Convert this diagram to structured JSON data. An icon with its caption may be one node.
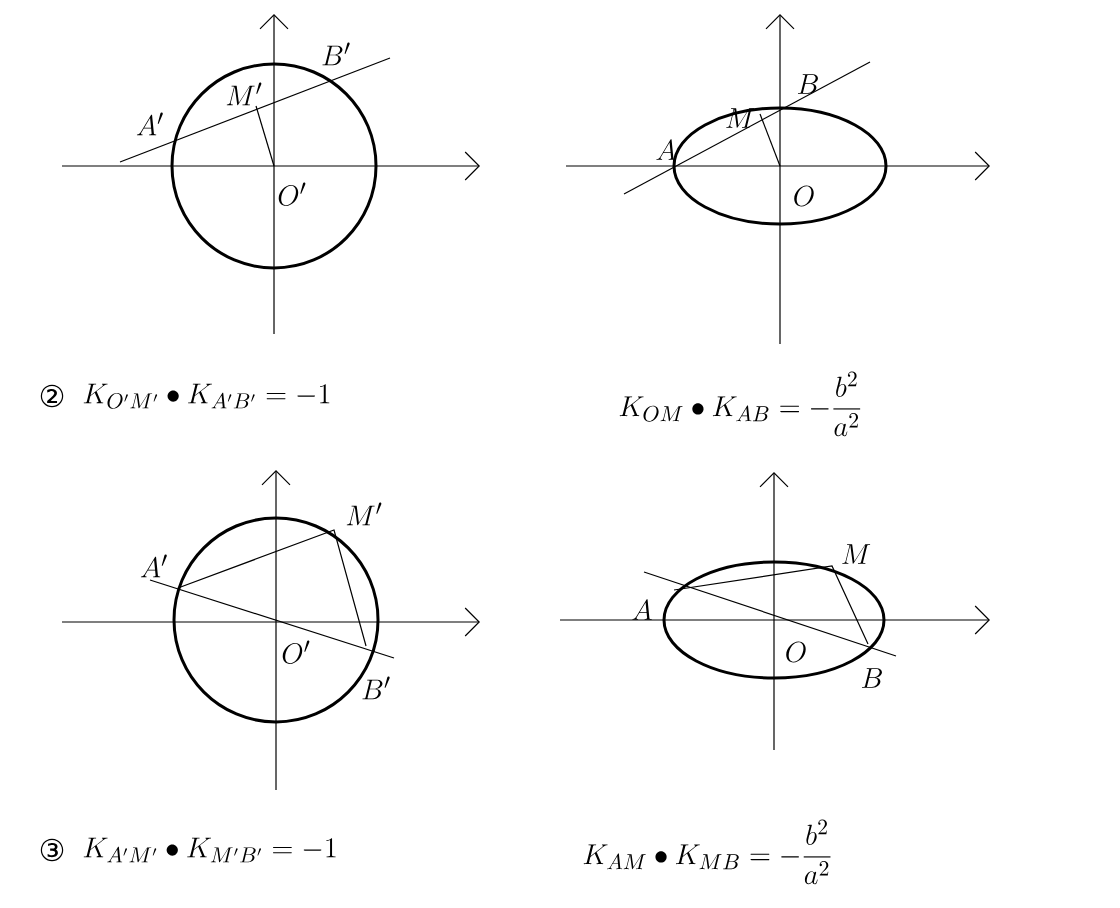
{
  "diagram": {
    "labels": [
      "B'",
      "A'",
      "M'",
      "O'",
      "B",
      "M",
      "A",
      "O",
      "②",
      "K_{O'M'}\\bullet K_{A'B'}=-1",
      "K_{OM}\\bullet K_{AB}=-\\dfrac{b^2}{a^2}",
      "M'",
      "A'",
      "O'",
      "B'",
      "M",
      "A",
      "O",
      "B",
      "③",
      "K_{A'M'}\\bullet K_{M'B'}=-1",
      "K_{AM}\\bullet K_{MB}=-\\dfrac{b^2}{a^2}"
    ]
  }
}
